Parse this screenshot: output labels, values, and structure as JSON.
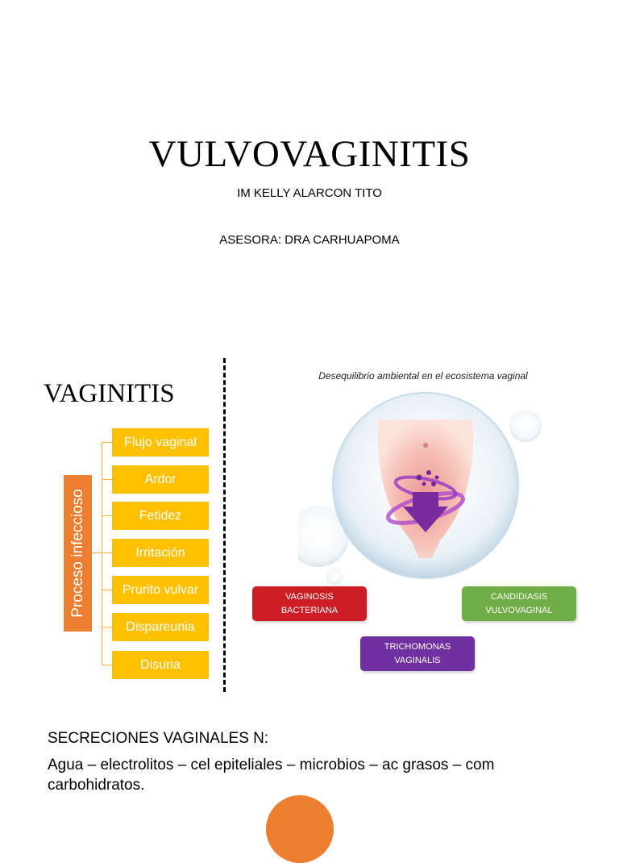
{
  "header": {
    "title": "VULVOVAGINITIS",
    "author": "IM KELLY ALARCON TITO",
    "advisor": "ASESORA: DRA CARHUAPOMA"
  },
  "left": {
    "title": "VAGINITIS",
    "process_label": "Proceso infeccioso",
    "items": [
      "Flujo vaginal",
      "Ardor",
      "Fetidez",
      "Irritación",
      "Prurito vulvar",
      "Dispareunia",
      "Disuria"
    ],
    "colors": {
      "process": "#ed7d31",
      "items": "#ffc000"
    }
  },
  "right": {
    "caption": "Desequilibrio ambiental en el ecosistema vaginal",
    "tags": [
      {
        "lines": [
          "VAGINOSIS",
          "BACTERIANA"
        ],
        "color": "#cc1d25"
      },
      {
        "lines": [
          "CANDIDIASIS",
          "VULVOVAGINAL"
        ],
        "color": "#70ad47"
      },
      {
        "lines": [
          "TRICHOMONAS",
          "VAGINALIS"
        ],
        "color": "#7030a0"
      }
    ]
  },
  "secretions": {
    "title": "SECRECIONES VAGINALES N:",
    "body": "Agua – electrolitos – cel epiteliales – microbios – ac grasos – com carbohidratos."
  }
}
